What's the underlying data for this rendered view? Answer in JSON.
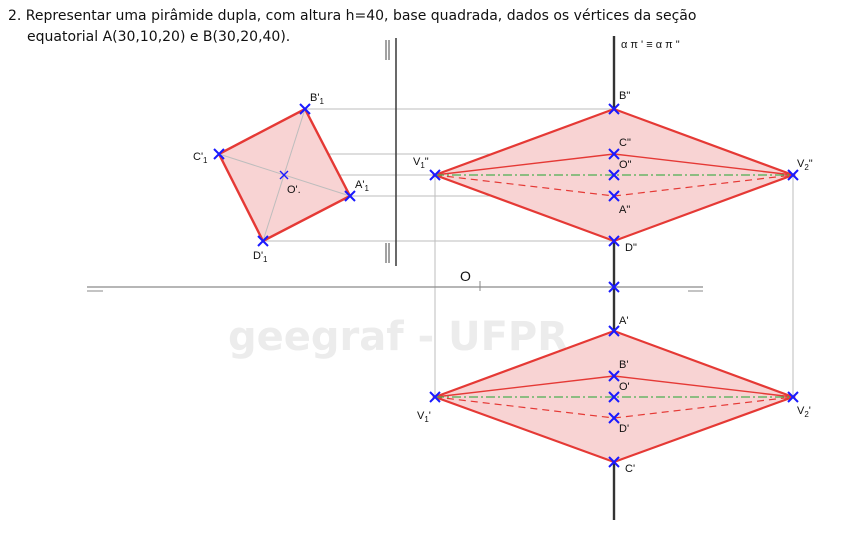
{
  "problem": {
    "line1": "2. Representar uma pirâmide dupla, com altura h=40, base quadrada, dados os vértices da seção",
    "line2": "equatorial A(30,10,20) e B(30,20,40)."
  },
  "watermark": "geegraf - UFPR",
  "colors": {
    "edge": "#e53935",
    "fill": "#f8d3d3",
    "point": "#1a1aff",
    "axis": "#8a8a8a",
    "profile": "#333333",
    "guide": "#bdbdbd",
    "equator": "#4caf50"
  },
  "labels": {
    "plane": "α π ' ≡ α π \"",
    "origin": "O",
    "B1": {
      "main": "B'",
      "sub": "1"
    },
    "C1": {
      "main": "C'",
      "sub": "1"
    },
    "O1": {
      "main": "O'.",
      "sub": ""
    },
    "A1": {
      "main": "A'",
      "sub": "1"
    },
    "D1": {
      "main": "D'",
      "sub": "1"
    },
    "V1pp": {
      "main": "V",
      "sub": "1",
      "suffix": "\""
    },
    "V2pp": {
      "main": "V",
      "sub": "2",
      "suffix": "\""
    },
    "Bpp": "B\"",
    "Cpp": "C\"",
    "Opp": "O\"",
    "App": "A\"",
    "Dpp": "D\"",
    "Ap": "A'",
    "Bp": "B'",
    "Op": "O'",
    "Dp": "D'",
    "Cp": "C'",
    "V1p": {
      "main": "V",
      "sub": "1",
      "suffix": "'"
    },
    "V2p": {
      "main": "V",
      "sub": "2",
      "suffix": "'"
    }
  }
}
